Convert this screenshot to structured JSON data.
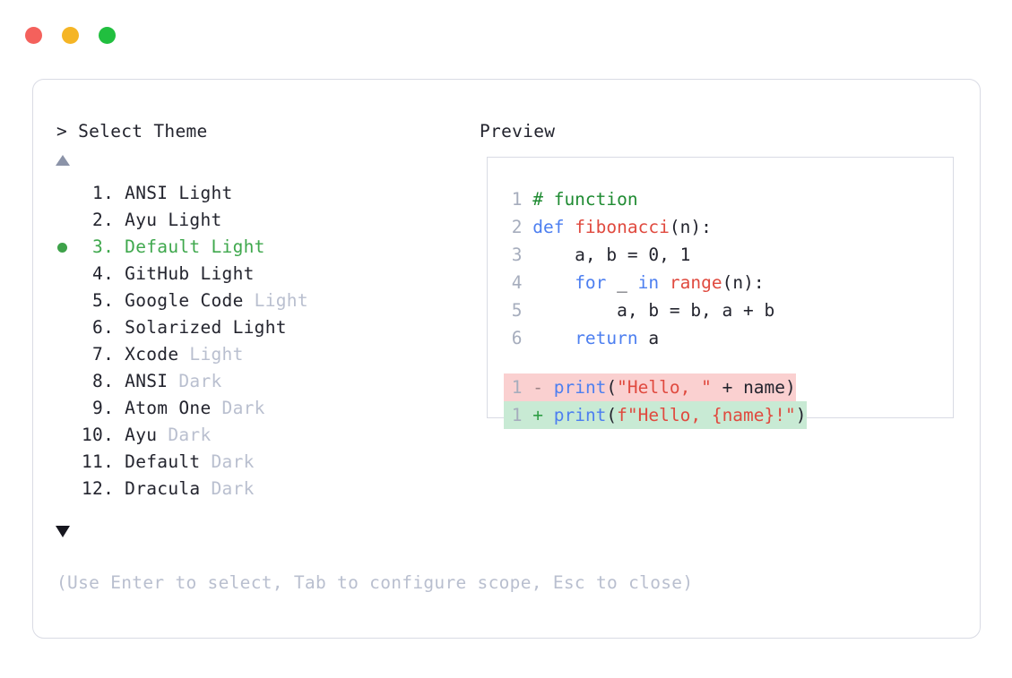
{
  "window": {
    "traffic_lights": [
      {
        "name": "close",
        "color": "#f4615c"
      },
      {
        "name": "minimize",
        "color": "#f5b525"
      },
      {
        "name": "zoom",
        "color": "#21bf3f"
      }
    ]
  },
  "prompt": {
    "label": "> Select Theme"
  },
  "preview": {
    "title": "Preview"
  },
  "scroll": {
    "up_indicator": "▲",
    "down_indicator": "▼"
  },
  "themes": {
    "selected_index": 3,
    "items": [
      {
        "num": " 1.",
        "base": "ANSI",
        "variant": "Light",
        "variant_dim": false,
        "selected": false
      },
      {
        "num": " 2.",
        "base": "Ayu",
        "variant": "Light",
        "variant_dim": false,
        "selected": false
      },
      {
        "num": " 3.",
        "base": "Default",
        "variant": "Light",
        "variant_dim": false,
        "selected": true
      },
      {
        "num": " 4.",
        "base": "GitHub",
        "variant": "Light",
        "variant_dim": false,
        "selected": false
      },
      {
        "num": " 5.",
        "base": "Google Code",
        "variant": "Light",
        "variant_dim": true,
        "selected": false
      },
      {
        "num": " 6.",
        "base": "Solarized",
        "variant": "Light",
        "variant_dim": false,
        "selected": false
      },
      {
        "num": " 7.",
        "base": "Xcode",
        "variant": "Light",
        "variant_dim": true,
        "selected": false
      },
      {
        "num": " 8.",
        "base": "ANSI",
        "variant": "Dark",
        "variant_dim": true,
        "selected": false
      },
      {
        "num": " 9.",
        "base": "Atom One",
        "variant": "Dark",
        "variant_dim": true,
        "selected": false
      },
      {
        "num": "10.",
        "base": "Ayu",
        "variant": "Dark",
        "variant_dim": true,
        "selected": false
      },
      {
        "num": "11.",
        "base": "Default",
        "variant": "Dark",
        "variant_dim": true,
        "selected": false
      },
      {
        "num": "12.",
        "base": "Dracula",
        "variant": "Dark",
        "variant_dim": true,
        "selected": false
      }
    ]
  },
  "code_preview": {
    "lines": [
      {
        "num": "1",
        "tokens": [
          {
            "t": "# function",
            "c": "cmt"
          }
        ]
      },
      {
        "num": "2",
        "tokens": [
          {
            "t": "def ",
            "c": "kw"
          },
          {
            "t": "fibonacci",
            "c": "fn"
          },
          {
            "t": "(n):",
            "c": "pun"
          }
        ]
      },
      {
        "num": "3",
        "tokens": [
          {
            "t": "    a, b = 0, 1",
            "c": "txt"
          }
        ]
      },
      {
        "num": "4",
        "tokens": [
          {
            "t": "    ",
            "c": "txt"
          },
          {
            "t": "for",
            "c": "kw"
          },
          {
            "t": " _ ",
            "c": "txt"
          },
          {
            "t": "in",
            "c": "kw"
          },
          {
            "t": " ",
            "c": "txt"
          },
          {
            "t": "range",
            "c": "fn"
          },
          {
            "t": "(n):",
            "c": "pun"
          }
        ]
      },
      {
        "num": "5",
        "tokens": [
          {
            "t": "        a, b = b, a + b",
            "c": "txt"
          }
        ]
      },
      {
        "num": "6",
        "tokens": [
          {
            "t": "    ",
            "c": "txt"
          },
          {
            "t": "return",
            "c": "kw"
          },
          {
            "t": " a",
            "c": "txt"
          }
        ]
      }
    ],
    "diff": [
      {
        "num": "1",
        "sign": "-",
        "kind": "del",
        "tokens": [
          {
            "t": "print",
            "c": "kw"
          },
          {
            "t": "(",
            "c": "pun"
          },
          {
            "t": "\"Hello, \"",
            "c": "str"
          },
          {
            "t": " + name)",
            "c": "txt"
          }
        ]
      },
      {
        "num": "1",
        "sign": "+",
        "kind": "add",
        "tokens": [
          {
            "t": "print",
            "c": "kw"
          },
          {
            "t": "(",
            "c": "pun"
          },
          {
            "t": "f\"Hello, {name}!\"",
            "c": "str"
          },
          {
            "t": ")",
            "c": "pun"
          }
        ]
      }
    ]
  },
  "hint": {
    "text": "(Use Enter to select, Tab to configure scope, Esc to close)"
  },
  "colors": {
    "accent_green": "#3ea24a",
    "border": "#d9dbe4",
    "text": "#23242e",
    "muted": "#b9bfcf",
    "gutter": "#a6adbd",
    "diff_del_bg": "#fad0d0",
    "diff_add_bg": "#c8ead4",
    "keyword": "#4d7ff0",
    "function": "#e04a3f",
    "string": "#e04a3f",
    "comment": "#1f8b32"
  }
}
